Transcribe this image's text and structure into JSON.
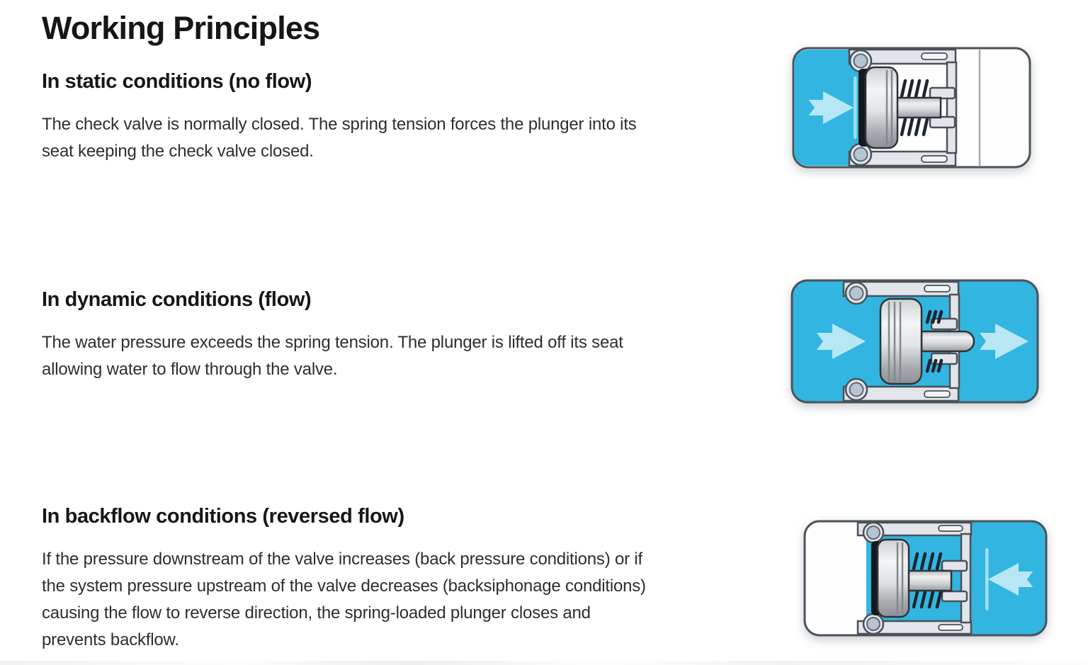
{
  "page": {
    "title": "Working Principles",
    "background": "#ffffff"
  },
  "theme": {
    "water": "#32b5e0",
    "arrow": "#b7e7f4",
    "accent": "#9fe0f3",
    "casing-stroke": "#4c535b",
    "clamp": "#e2e5e9",
    "clamp-stroke": "#49515a",
    "bolt": "#b7c5d3",
    "bolt-stroke": "#5d6874",
    "seal": "#15181c",
    "spring": "#1d2530",
    "metal-stroke": "#2f3338",
    "heading": "#161616",
    "text": "#2e2e2e"
  },
  "sections": [
    {
      "heading": "In static conditions (no flow)",
      "body_lines": [
        "The check valve is normally closed. The spring tension forces the plunger into its",
        "seat keeping the check valve closed."
      ],
      "figure": {
        "name": "check-valve-static-closed",
        "water": "inlet side only (left)",
        "arrows": [
          "inlet arrow pointing right"
        ],
        "plunger": "seated against seat, valve closed",
        "spring": "extended"
      }
    },
    {
      "heading": "In dynamic conditions (flow)",
      "body_lines": [
        "The water pressure exceeds the spring tension. The plunger is lifted off its seat",
        "allowing water to flow through the valve."
      ],
      "figure": {
        "name": "check-valve-dynamic-open",
        "water": "full valve, flow passing through",
        "arrows": [
          "inlet arrow pointing right",
          "outlet arrow pointing right"
        ],
        "plunger": "lifted off seat, valve open",
        "spring": "compressed"
      }
    },
    {
      "heading": "In backflow conditions (reversed flow)",
      "body_lines": [
        "If the pressure downstream of the valve increases (back pressure conditions) or if",
        "the system pressure upstream of the valve decreases (backsiphonage conditions)",
        "causing the flow to reverse direction, the spring-loaded plunger closes and",
        "prevents backflow."
      ],
      "figure": {
        "name": "check-valve-backflow-closed",
        "water": "outlet side and chamber (right)",
        "arrows": [
          "outlet arrow pointing left"
        ],
        "plunger": "seated against seat, valve closed",
        "spring": "extended"
      }
    }
  ]
}
